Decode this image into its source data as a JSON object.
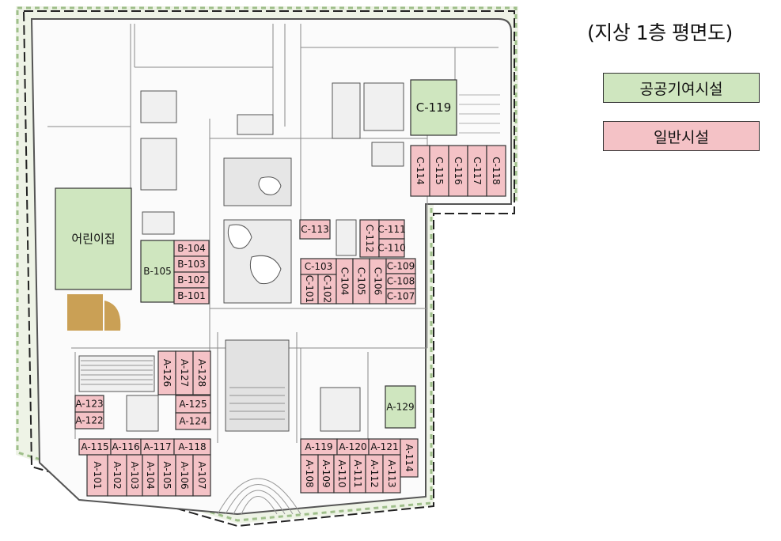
{
  "title": "(지상 1층 평면도)",
  "legend": [
    {
      "label": "공공기여시설",
      "color": "#cfe6bf"
    },
    {
      "label": "일반시설",
      "color": "#f4c2c6"
    }
  ],
  "colors": {
    "public": "#cfe6bf",
    "general": "#f4c2c6",
    "stair": "#caa055",
    "outline": "#333333",
    "wall": "#6a6a6a"
  },
  "rooms": [
    {
      "id": "C-119",
      "kind": "public"
    },
    {
      "id": "C-114",
      "kind": "general"
    },
    {
      "id": "C-115",
      "kind": "general"
    },
    {
      "id": "C-116",
      "kind": "general"
    },
    {
      "id": "C-117",
      "kind": "general"
    },
    {
      "id": "C-118",
      "kind": "general"
    },
    {
      "id": "C-113",
      "kind": "general"
    },
    {
      "id": "C-112",
      "kind": "general"
    },
    {
      "id": "C-111",
      "kind": "general"
    },
    {
      "id": "C-110",
      "kind": "general"
    },
    {
      "id": "C-103",
      "kind": "general"
    },
    {
      "id": "C-101",
      "kind": "general"
    },
    {
      "id": "C-102",
      "kind": "general"
    },
    {
      "id": "C-104",
      "kind": "general"
    },
    {
      "id": "C-105",
      "kind": "general"
    },
    {
      "id": "C-106",
      "kind": "general"
    },
    {
      "id": "C-109",
      "kind": "general"
    },
    {
      "id": "C-108",
      "kind": "general"
    },
    {
      "id": "C-107",
      "kind": "general"
    },
    {
      "id": "어린이집",
      "kind": "public"
    },
    {
      "id": "B-105",
      "kind": "public"
    },
    {
      "id": "B-104",
      "kind": "general"
    },
    {
      "id": "B-103",
      "kind": "general"
    },
    {
      "id": "B-102",
      "kind": "general"
    },
    {
      "id": "B-101",
      "kind": "general"
    },
    {
      "id": "A-126",
      "kind": "general"
    },
    {
      "id": "A-127",
      "kind": "general"
    },
    {
      "id": "A-128",
      "kind": "general"
    },
    {
      "id": "A-125",
      "kind": "general"
    },
    {
      "id": "A-124",
      "kind": "general"
    },
    {
      "id": "A-123",
      "kind": "general"
    },
    {
      "id": "A-122",
      "kind": "general"
    },
    {
      "id": "A-129",
      "kind": "public"
    },
    {
      "id": "A-115",
      "kind": "general"
    },
    {
      "id": "A-116",
      "kind": "general"
    },
    {
      "id": "A-117",
      "kind": "general"
    },
    {
      "id": "A-118",
      "kind": "general"
    },
    {
      "id": "A-101",
      "kind": "general"
    },
    {
      "id": "A-102",
      "kind": "general"
    },
    {
      "id": "A-103",
      "kind": "general"
    },
    {
      "id": "A-104",
      "kind": "general"
    },
    {
      "id": "A-105",
      "kind": "general"
    },
    {
      "id": "A-106",
      "kind": "general"
    },
    {
      "id": "A-107",
      "kind": "general"
    },
    {
      "id": "A-119",
      "kind": "general"
    },
    {
      "id": "A-120",
      "kind": "general"
    },
    {
      "id": "A-121",
      "kind": "general"
    },
    {
      "id": "A-114",
      "kind": "general"
    },
    {
      "id": "A-108",
      "kind": "general"
    },
    {
      "id": "A-109",
      "kind": "general"
    },
    {
      "id": "A-110",
      "kind": "general"
    },
    {
      "id": "A-111",
      "kind": "general"
    },
    {
      "id": "A-112",
      "kind": "general"
    },
    {
      "id": "A-113",
      "kind": "general"
    }
  ]
}
